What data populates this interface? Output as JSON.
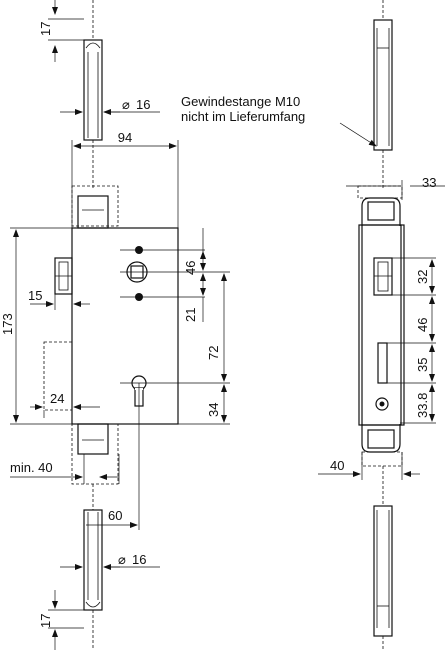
{
  "note": {
    "line1": "Gewindestange M10",
    "line2": "nicht im Lieferumfang"
  },
  "front_view": {
    "dim_top_rod_offset": "17",
    "dim_top_rod_diameter": "16",
    "dim_width": "94",
    "dim_height": "173",
    "dim_bolt_protrusion": "15",
    "dim_spindle_to_top_hole": "46",
    "dim_spindle_to_lower_hole": "21",
    "dim_spindle_to_cylinder": "72",
    "dim_cylinder_to_bottom": "34",
    "dim_bottom_offset": "24",
    "dim_min_distance": "min. 40",
    "dim_backset": "60",
    "dim_bottom_rod_diameter": "16",
    "dim_bottom_rod_offset": "17"
  },
  "side_view": {
    "dim_top_overhang": "33",
    "dim_latch_height": "32",
    "dim_latch_to_slot": "46",
    "dim_slot_height": "35",
    "dim_lower_section": "33.8",
    "dim_bottom_offset": "40"
  }
}
